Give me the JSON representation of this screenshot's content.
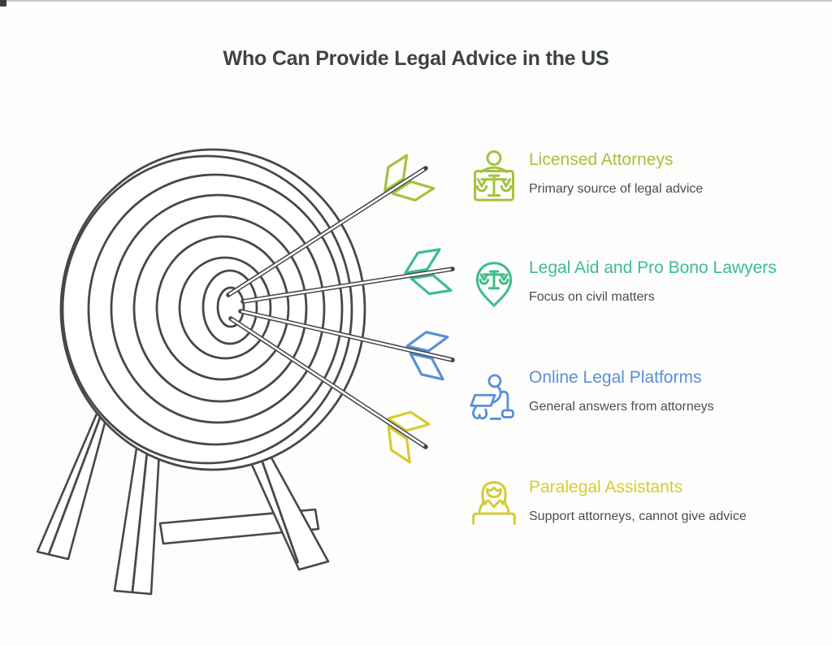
{
  "title": "Who Can Provide Legal Advice in the US",
  "items": [
    {
      "label": "Licensed Attorneys",
      "description": "Primary source of legal advice",
      "color": "#a4c23c",
      "icon": "attorney-scales-icon"
    },
    {
      "label": "Legal Aid and Pro Bono Lawyers",
      "description": "Focus on civil matters",
      "color": "#3dbd8d",
      "icon": "legal-aid-pin-scales-icon"
    },
    {
      "label": "Online Legal Platforms",
      "description": "General answers from attorneys",
      "color": "#5a8fd8",
      "icon": "person-laptop-icon"
    },
    {
      "label": "Paralegal Assistants",
      "description": "Support attorneys, cannot give advice",
      "color": "#d6cc32",
      "icon": "paralegal-desk-icon"
    }
  ],
  "illustration": {
    "name": "archery-target-with-four-arrows",
    "outline_color": "#45494d",
    "arrow_fletching_colors": [
      "#a4c23c",
      "#3dbd8d",
      "#5a8fd8",
      "#d6cc32"
    ]
  },
  "colors": {
    "background": "#fdfdfc",
    "title_text": "#3e4347",
    "description_text": "#4a4f54"
  }
}
